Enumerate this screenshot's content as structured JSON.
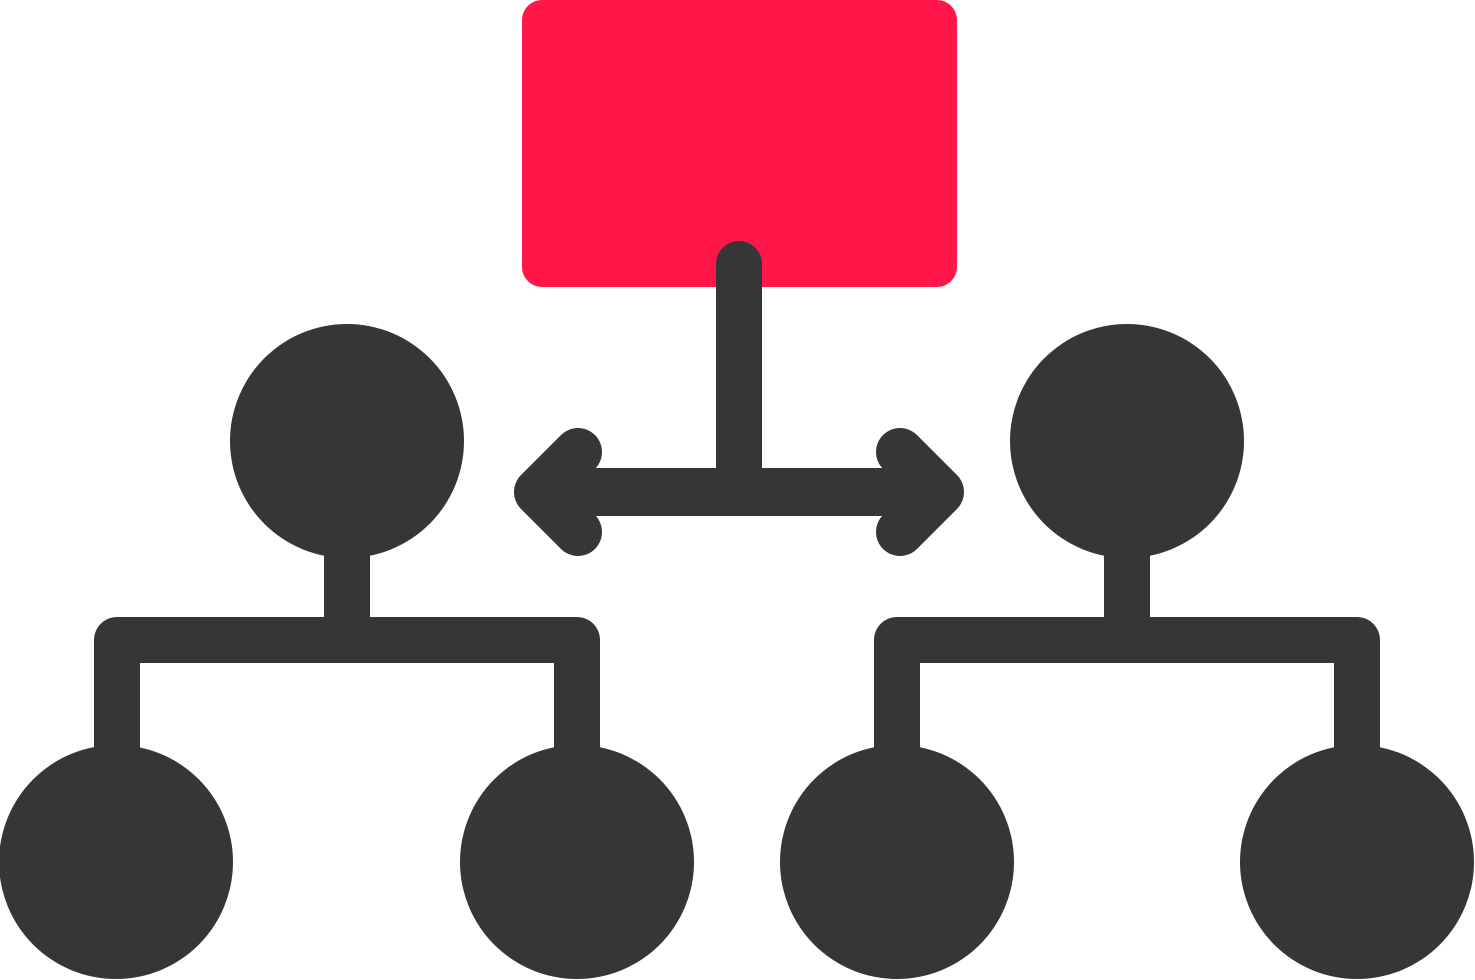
{
  "colors": {
    "accent": "#FF174A",
    "dark": "#363636",
    "background": "#FFFFFF"
  },
  "icon": {
    "name": "hierarchy-structure-icon",
    "parts": [
      "root-node-rectangle",
      "bidirectional-arrow",
      "left-parent-node",
      "right-parent-node",
      "left-child-node-1",
      "left-child-node-2",
      "right-child-node-1",
      "right-child-node-2"
    ]
  }
}
